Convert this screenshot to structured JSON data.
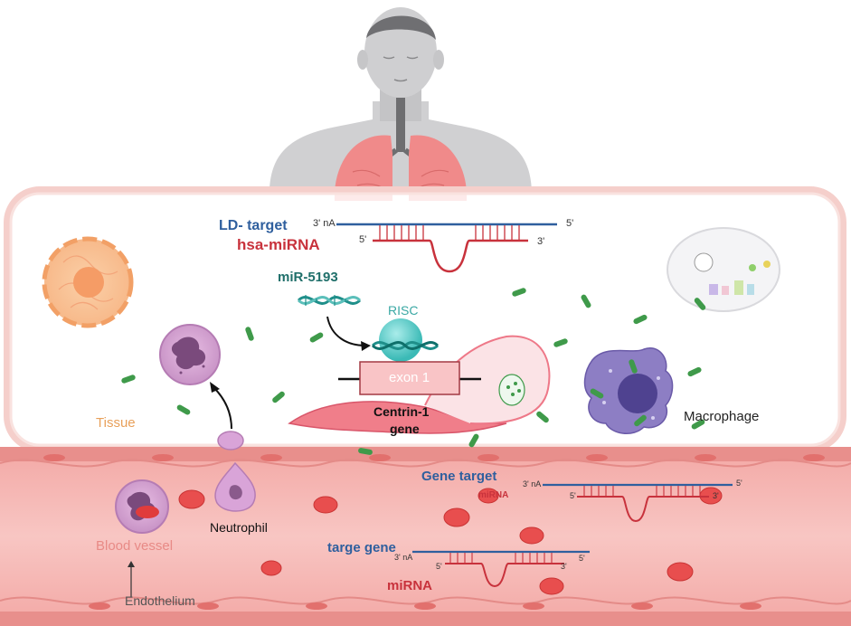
{
  "labels": {
    "ld_target": "LD- target",
    "hsa_mirna": "hsa-miRNA",
    "mir_5193": "miR-5193",
    "risc": "RISC",
    "exon": "exon 1",
    "centrin_line1": "Centrin-1",
    "centrin_line2": "gene",
    "tissue": "Tissue",
    "macrophage": "Macrophage",
    "neutrophil": "Neutrophil",
    "blood_vessel": "Blood vessel",
    "endothelium": "Endothelium",
    "gene_target": "Gene target",
    "mirna_small": "miRNA",
    "targe_gene": "targe gene",
    "mirna_large": "miRNA"
  },
  "strand_ends": {
    "three_prime_na": "3' nA",
    "five_prime": "5'",
    "three_prime": "3'"
  },
  "colors": {
    "target_blue": "#2f5f9e",
    "mirna_red": "#c8323c",
    "teal": "#1f8f8a",
    "tissue_orange": "#e8a05a",
    "vessel_pink": "#f4b3b0",
    "border_pink": "#f3c7c4",
    "parasite_green": "#3f9a4a",
    "macrophage_purple": "#7d6fb5"
  }
}
